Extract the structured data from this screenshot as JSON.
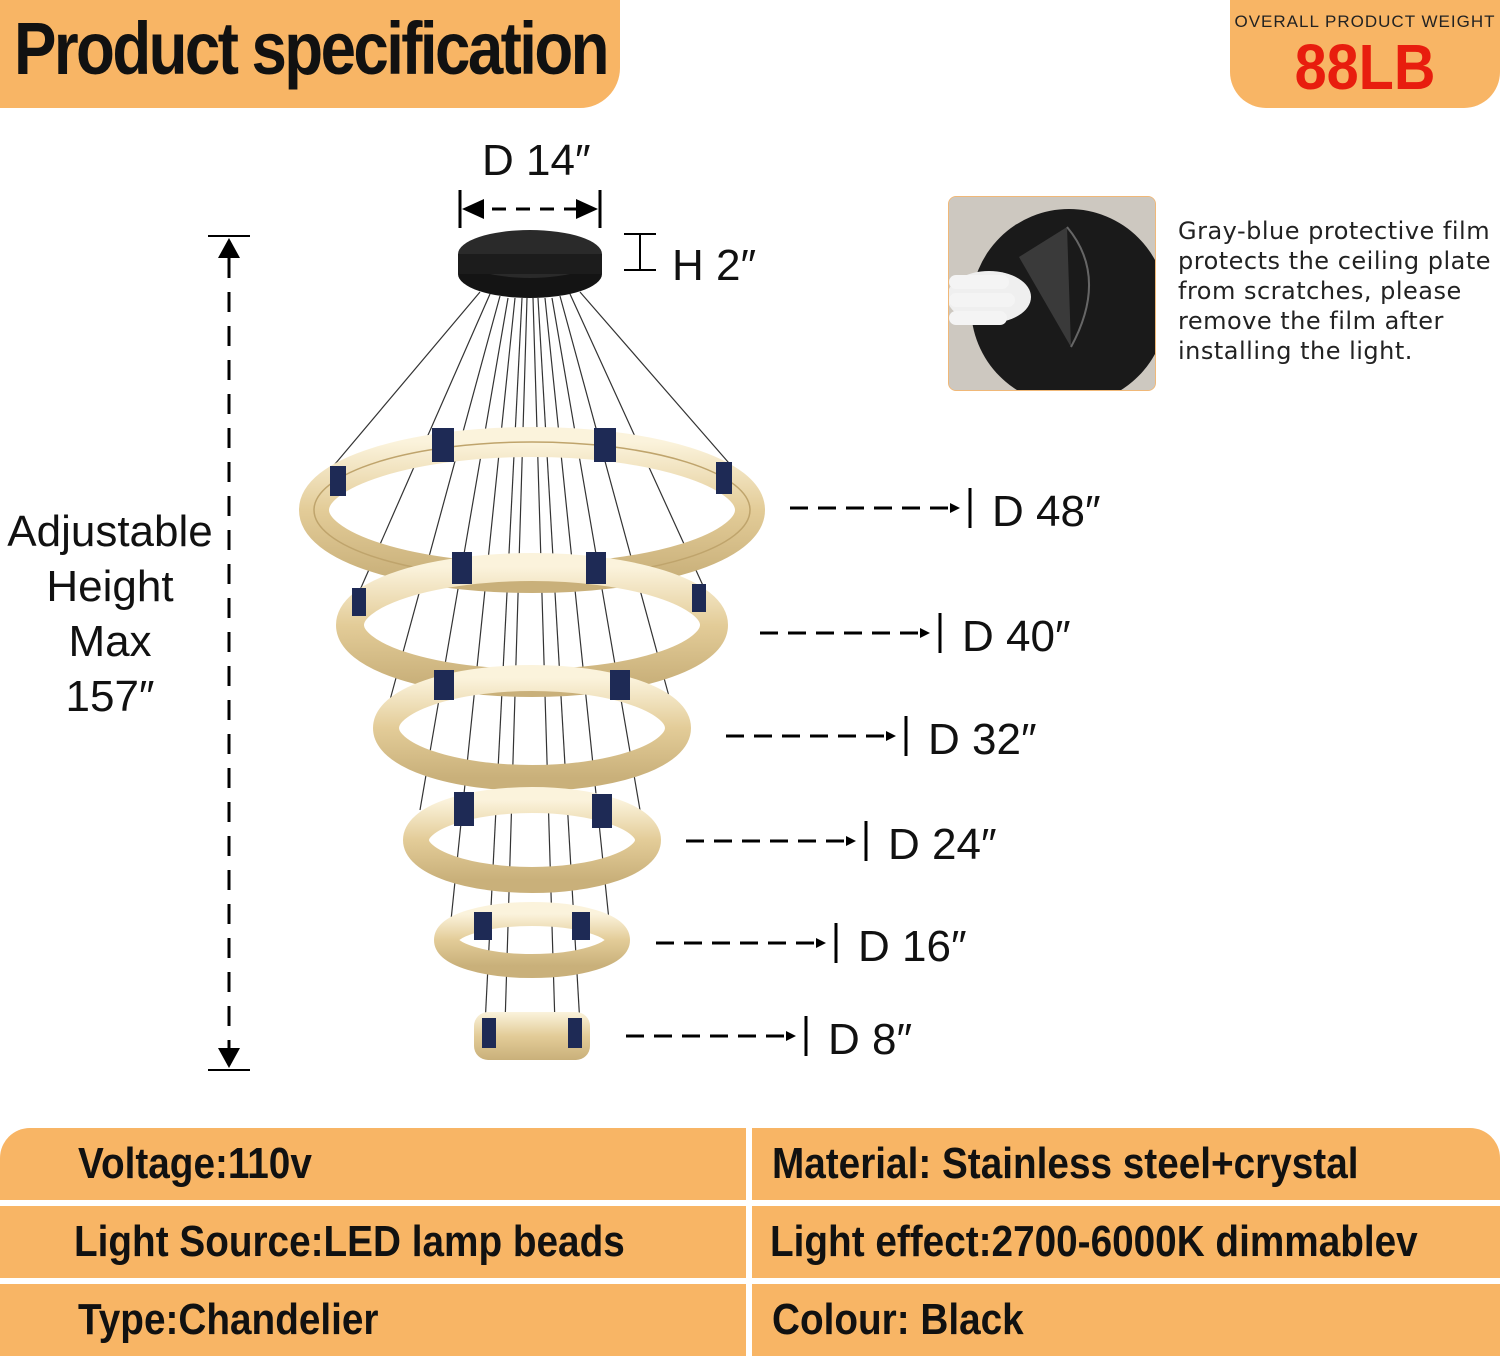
{
  "header": {
    "title": "Product specification",
    "weight_label": "OVERALL PRODUCT WEIGHT",
    "weight_value": "88LB"
  },
  "dimensions": {
    "canopy_diameter": "D 14″",
    "canopy_height": "H 2″",
    "rings": [
      "D 48″",
      "D 40″",
      "D 32″",
      "D 24″",
      "D 16″",
      "D 8″"
    ]
  },
  "height_label": {
    "line1": "Adjustable",
    "line2": "Height",
    "line3": "Max",
    "line4": "157″"
  },
  "film_note": {
    "text": "Gray-blue protective film protects the ceiling plate from scratches, please remove the film after installing the light."
  },
  "specs": {
    "voltage": "Voltage:110v",
    "material": "Material: Stainless steel+crystal",
    "light_source": "Light Source:LED lamp beads",
    "light_effect": "Light effect:2700-6000K dimmablev",
    "type": "Type:Chandelier",
    "colour": "Colour: Black"
  },
  "colors": {
    "banner": "#f8b565",
    "weight_value": "#e81d0e",
    "ring_glow": "#e8d2a0"
  }
}
